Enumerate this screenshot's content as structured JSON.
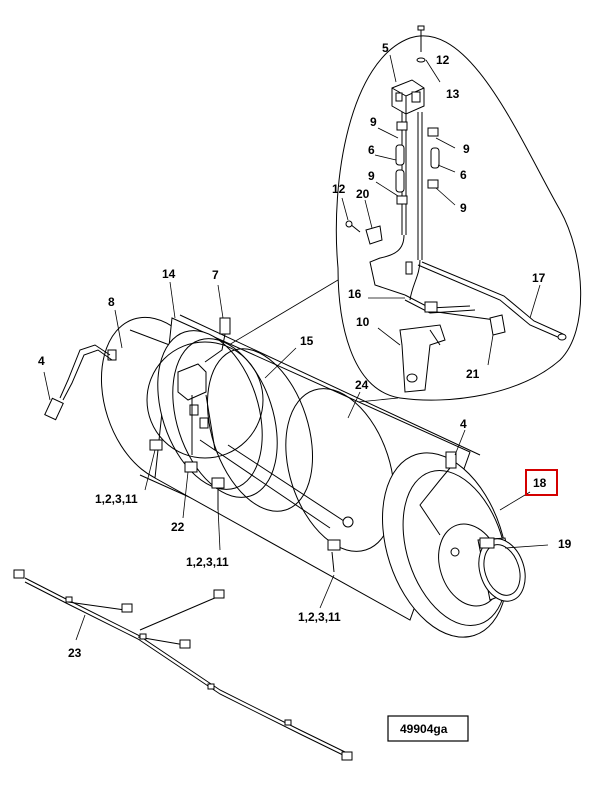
{
  "diagram": {
    "highlighted_callout": "18",
    "highlight_color": "#d40000",
    "callouts": [
      {
        "id": "c5",
        "text": "5"
      },
      {
        "id": "c12a",
        "text": "12"
      },
      {
        "id": "c13",
        "text": "13"
      },
      {
        "id": "c9a",
        "text": "9"
      },
      {
        "id": "c9b",
        "text": "9"
      },
      {
        "id": "c6a",
        "text": "6"
      },
      {
        "id": "c6b",
        "text": "6"
      },
      {
        "id": "c9c",
        "text": "9"
      },
      {
        "id": "c9d",
        "text": "9"
      },
      {
        "id": "c12b",
        "text": "12"
      },
      {
        "id": "c20",
        "text": "20"
      },
      {
        "id": "c17",
        "text": "17"
      },
      {
        "id": "c16",
        "text": "16"
      },
      {
        "id": "c10",
        "text": "10"
      },
      {
        "id": "c21",
        "text": "21"
      },
      {
        "id": "c14",
        "text": "14"
      },
      {
        "id": "c7",
        "text": "7"
      },
      {
        "id": "c8",
        "text": "8"
      },
      {
        "id": "c15",
        "text": "15"
      },
      {
        "id": "c4a",
        "text": "4"
      },
      {
        "id": "c24",
        "text": "24"
      },
      {
        "id": "c4b",
        "text": "4"
      },
      {
        "id": "c18",
        "text": "18"
      },
      {
        "id": "c19",
        "text": "19"
      },
      {
        "id": "c1a",
        "text": "1,2,3,11"
      },
      {
        "id": "c22",
        "text": "22"
      },
      {
        "id": "c1b",
        "text": "1,2,3,11"
      },
      {
        "id": "c1c",
        "text": "1,2,3,11"
      },
      {
        "id": "c23",
        "text": "23"
      }
    ],
    "figure_code": "49904ga"
  }
}
